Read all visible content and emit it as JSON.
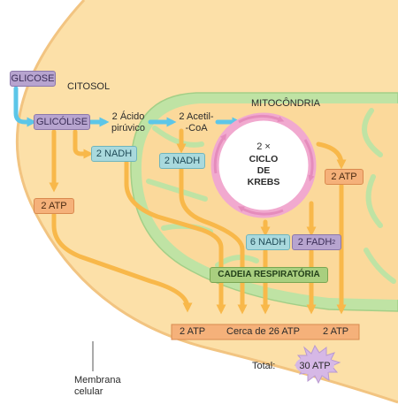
{
  "labels": {
    "glicose": "GLICOSE",
    "citosol": "CITOSOL",
    "glicolise": "GLICÓLISE",
    "acido_piruvico": "2 Ácido\npirúvico",
    "acetil_coa": "2 Acetil-\n-CoA",
    "mitocondria": "MITOCÔNDRIA",
    "nadh_glycolysis": "2 NADH",
    "nadh_pyruvate": "2 NADH",
    "ciclo_multiplier": "2 ×",
    "ciclo_line1": "CICLO",
    "ciclo_line2": "DE",
    "ciclo_line3": "KREBS",
    "atp_krebs": "2 ATP",
    "atp_glycolysis": "2 ATP",
    "nadh_krebs": "6 NADH",
    "fadh_krebs": "2 FADH",
    "fadh_subscript": "2",
    "cadeia": "CADEIA RESPIRATÓRIA",
    "bottom_atp_left": "2 ATP",
    "bottom_atp_middle": "Cerca de 26 ATP",
    "bottom_atp_right": "2 ATP",
    "total_label": "Total:",
    "total_value": "30 ATP",
    "membrana": "Membrana\ncelular"
  },
  "colors": {
    "cytosol": "#fce0a8",
    "mito_outer": "#bfe3a4",
    "mito_matrix": "#fbd99b",
    "arrow_orange": "#f8b84a",
    "arrow_blue": "#5cc6e8",
    "krebs_ring": "#f1a9cf",
    "star": "#d6b8e6"
  }
}
